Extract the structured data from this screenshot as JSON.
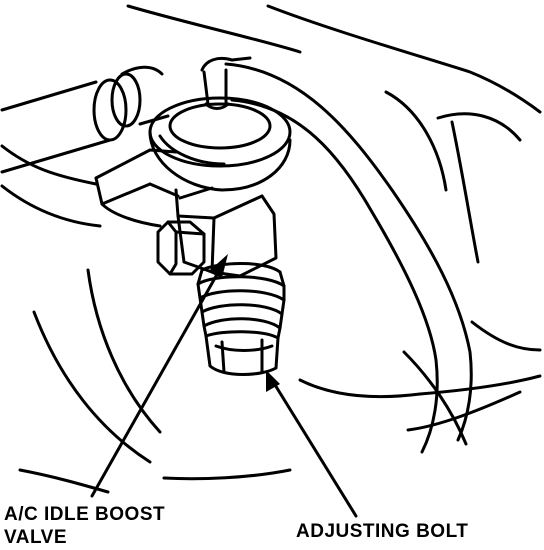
{
  "labels": {
    "valve_line1": "A/C IDLE BOOST",
    "valve_line2": "VALVE",
    "bolt": "ADJUSTING BOLT"
  },
  "colors": {
    "ink": "#000000",
    "paper": "#ffffff"
  }
}
